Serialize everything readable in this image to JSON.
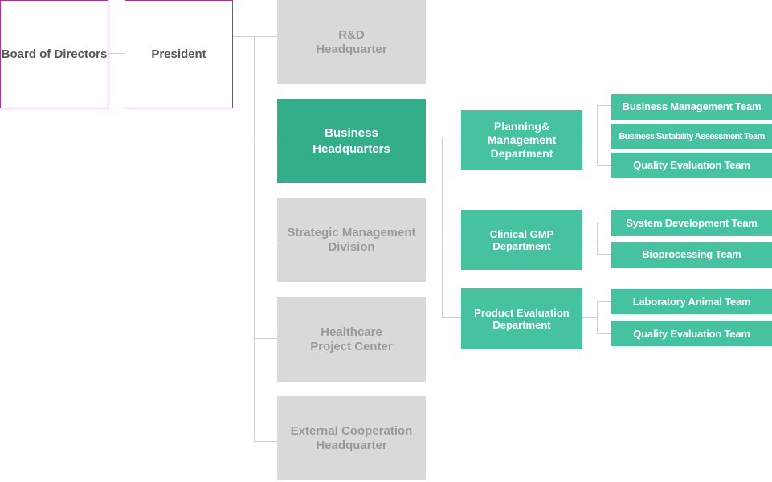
{
  "executive": {
    "board": "Board of Directors",
    "president": "President"
  },
  "headquarters": [
    {
      "label": "R&D\nHeadquarter",
      "active": false
    },
    {
      "label": "Business\nHeadquarters",
      "active": true
    },
    {
      "label": "Strategic Management\nDivision",
      "active": false
    },
    {
      "label": "Healthcare\nProject Center",
      "active": false
    },
    {
      "label": "External Cooperation\nHeadquarter",
      "active": false
    }
  ],
  "departments": [
    {
      "label": "Planning&\nManagement\nDepartment",
      "teams": [
        "Business Management Team",
        "Business Suitability Assessment Team",
        "Quality Evaluation Team"
      ]
    },
    {
      "label": "Clinical GMP\nDepartment",
      "teams": [
        "System Development Team",
        "Bioprocessing Team"
      ]
    },
    {
      "label": "Product Evaluation\nDepartment",
      "teams": [
        "Laboratory Animal Team",
        "Quality Evaluation Team"
      ]
    }
  ],
  "colors": {
    "border_exec": "#b0308e",
    "active_hq": "#33ad8a",
    "dept": "#47c2a0",
    "inactive": "#d9d9d9",
    "connector": "#cfcfcf"
  }
}
